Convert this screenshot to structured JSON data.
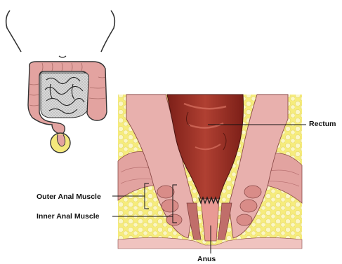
{
  "labels": {
    "rectum": "Rectum",
    "outer_anal_muscle": "Outer Anal Muscle",
    "inner_anal_muscle": "Inner Anal Muscle",
    "anus": "Anus"
  },
  "colors": {
    "fat_yellow": "#f6ec7c",
    "muscle_pink": "#e5a6a3",
    "rectum_red": "#9b2e22",
    "colon_pink": "#e3a3a0",
    "outline": "#2a2a2a"
  }
}
